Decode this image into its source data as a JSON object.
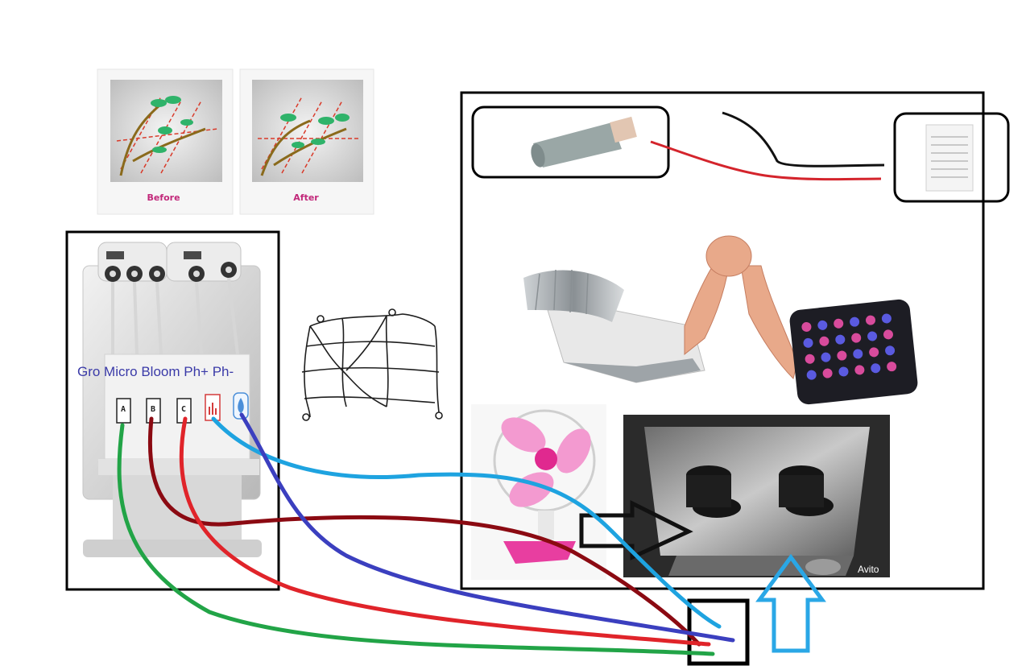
{
  "before_after": {
    "before_label": "Before",
    "after_label": "After",
    "label_color": "#c2287a"
  },
  "dosing_station": {
    "nutrient_labels": "Gro Micro Bloom Ph+ Ph-",
    "sockets": [
      "A",
      "B",
      "C"
    ],
    "socket_icons": [
      "ph-plus-icon",
      "ph-minus-icon"
    ]
  },
  "grow_tent": {
    "watermark": "Avito"
  },
  "hose_colors": {
    "gro": "#22a447",
    "micro": "#8b0a12",
    "bloom": "#e0242a",
    "ph_plus": "#1ea3e0",
    "ph_minus": "#3b3fbf"
  },
  "arrow_colors": {
    "fan_arrow": "#111111",
    "tent_arrow": "#2aa7e6"
  }
}
